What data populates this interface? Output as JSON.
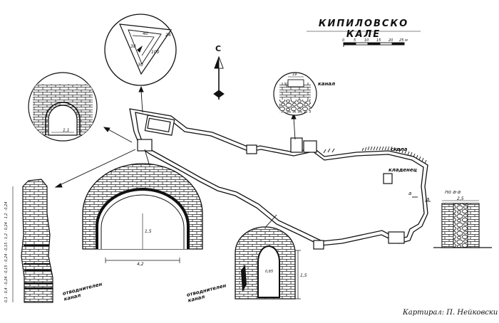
{
  "title": "КИПИЛОВСКО КАЛЕ",
  "scale": {
    "ticks": [
      "0",
      "5",
      "10",
      "15",
      "20",
      "25 м"
    ]
  },
  "north": "С",
  "labels": {
    "skala": "скала",
    "kladenets": "кладенец",
    "kanal": "канал",
    "po_aa": "по а-а",
    "a1": "а",
    "a2": "а",
    "otvod_left": "отводнителен\nканал",
    "otvod_mid": "отводнителен\nканал"
  },
  "dims": {
    "tri_40": "40",
    "tri_24": "24",
    "tri_100": "100",
    "tri_38": "38",
    "tri_30": "30",
    "arch_small": "1,1",
    "wall_top_19": "19",
    "wall_side_30": "30",
    "arch_big_h": "1,5",
    "arch_big_w": "4,2",
    "gate_arch": "0,85",
    "gate_h": "1,5",
    "section_w": "2,5",
    "column_left": "0,1 · 0,4 · 0,24 · 0,15 · 0,24 · 0,15 · 1,2 · 0,24 · 1,2 · 0,24"
  },
  "credit": "Картирал: П. Нейковски"
}
